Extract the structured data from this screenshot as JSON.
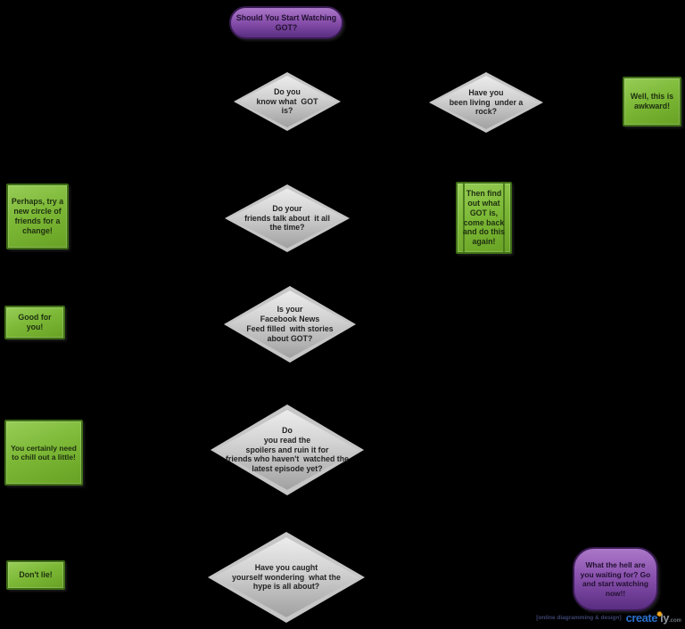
{
  "colors": {
    "background": "#000000",
    "decision_fill": "#c9c9c9",
    "result_green": "#7cb836",
    "result_border": "#3f6e16",
    "terminator_purple": "#8a52ae",
    "terminator_border": "#381b52",
    "brand_blue": "#2a6fc9",
    "brand_spark": "#f6a81e"
  },
  "flowchart": {
    "start": {
      "text": "Should You Start Watching\nGOT?"
    },
    "decisions": {
      "know_got": {
        "text": "Do you\nknow what  GOT\nis?"
      },
      "under_rock": {
        "text": "Have you\nbeen living  under a\nrock?"
      },
      "friends_talk": {
        "text": "Do your\nfriends talk about  it all\nthe time?"
      },
      "facebook_feed": {
        "text": "Is your\nFacebook News\nFeed filled  with stories\nabout GOT?"
      },
      "read_spoilers": {
        "text": "Do\nyou read the\nspoilers and ruin it for\nfriends who haven't  watched the\nlatest episode yet?"
      },
      "wondering_hype": {
        "text": "Have you caught\nyourself wondering  what the\nhype is all about?"
      }
    },
    "results": {
      "awkward": {
        "text": "Well, this is\nawkward!"
      },
      "new_friends": {
        "text": "Perhaps, try a\nnew circle of\nfriends for a\nchange!"
      },
      "find_out": {
        "text": "Then find\nout what\nGOT is,\ncome back\nand do this\nagain!"
      },
      "good_for_you": {
        "text": "Good for\nyou!"
      },
      "chill_out": {
        "text": "You certainly need\nto chill out a little!"
      },
      "dont_lie": {
        "text": "Don't lie!"
      }
    },
    "end": {
      "text": "What the hell are\nyou waiting for? Go\nand start watching\nnow!!"
    }
  },
  "watermark": {
    "tagline": "[online diagramming & design]",
    "brand_create": "create",
    "brand_ly": "ly",
    "brand_com": ".com",
    "spark_glyph": "✹"
  }
}
